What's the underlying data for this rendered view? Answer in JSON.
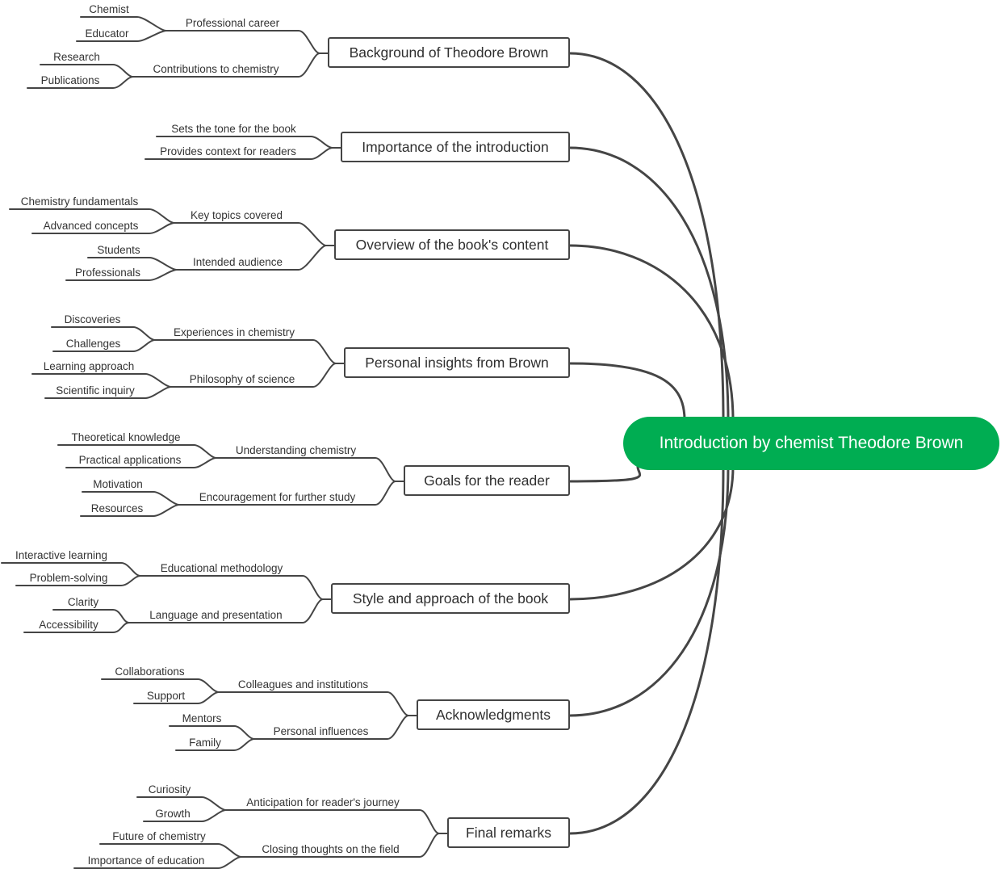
{
  "colors": {
    "root_fill": "#00ad52",
    "line": "#454545",
    "text": "#333333",
    "root_text": "#ffffff"
  },
  "root": {
    "label": "Introduction by chemist Theodore Brown"
  },
  "topics": [
    {
      "label": "Background of Theodore Brown",
      "children": [
        {
          "label": "Professional career",
          "children": [
            "Chemist",
            "Educator"
          ]
        },
        {
          "label": "Contributions to chemistry",
          "children": [
            "Research",
            "Publications"
          ]
        }
      ]
    },
    {
      "label": "Importance of the introduction",
      "children": [
        {
          "label": "Sets the tone for the book",
          "children": []
        },
        {
          "label": "Provides context for readers",
          "children": []
        }
      ]
    },
    {
      "label": "Overview of the book's content",
      "children": [
        {
          "label": "Key topics covered",
          "children": [
            "Chemistry fundamentals",
            "Advanced concepts"
          ]
        },
        {
          "label": "Intended audience",
          "children": [
            "Students",
            "Professionals"
          ]
        }
      ]
    },
    {
      "label": "Personal insights from Brown",
      "children": [
        {
          "label": "Experiences in chemistry",
          "children": [
            "Discoveries",
            "Challenges"
          ]
        },
        {
          "label": "Philosophy of science",
          "children": [
            "Learning approach",
            "Scientific inquiry"
          ]
        }
      ]
    },
    {
      "label": "Goals for the reader",
      "children": [
        {
          "label": "Understanding chemistry",
          "children": [
            "Theoretical knowledge",
            "Practical applications"
          ]
        },
        {
          "label": "Encouragement for further study",
          "children": [
            "Motivation",
            "Resources"
          ]
        }
      ]
    },
    {
      "label": "Style and approach of the book",
      "children": [
        {
          "label": "Educational methodology",
          "children": [
            "Interactive learning",
            "Problem-solving"
          ]
        },
        {
          "label": "Language and presentation",
          "children": [
            "Clarity",
            "Accessibility"
          ]
        }
      ]
    },
    {
      "label": "Acknowledgments",
      "children": [
        {
          "label": "Colleagues and institutions",
          "children": [
            "Collaborations",
            "Support"
          ]
        },
        {
          "label": "Personal influences",
          "children": [
            "Mentors",
            "Family"
          ]
        }
      ]
    },
    {
      "label": "Final remarks",
      "children": [
        {
          "label": "Anticipation for reader's journey",
          "children": [
            "Curiosity",
            "Growth"
          ]
        },
        {
          "label": "Closing thoughts on the field",
          "children": [
            "Future of chemistry",
            "Importance of education"
          ]
        }
      ]
    }
  ]
}
